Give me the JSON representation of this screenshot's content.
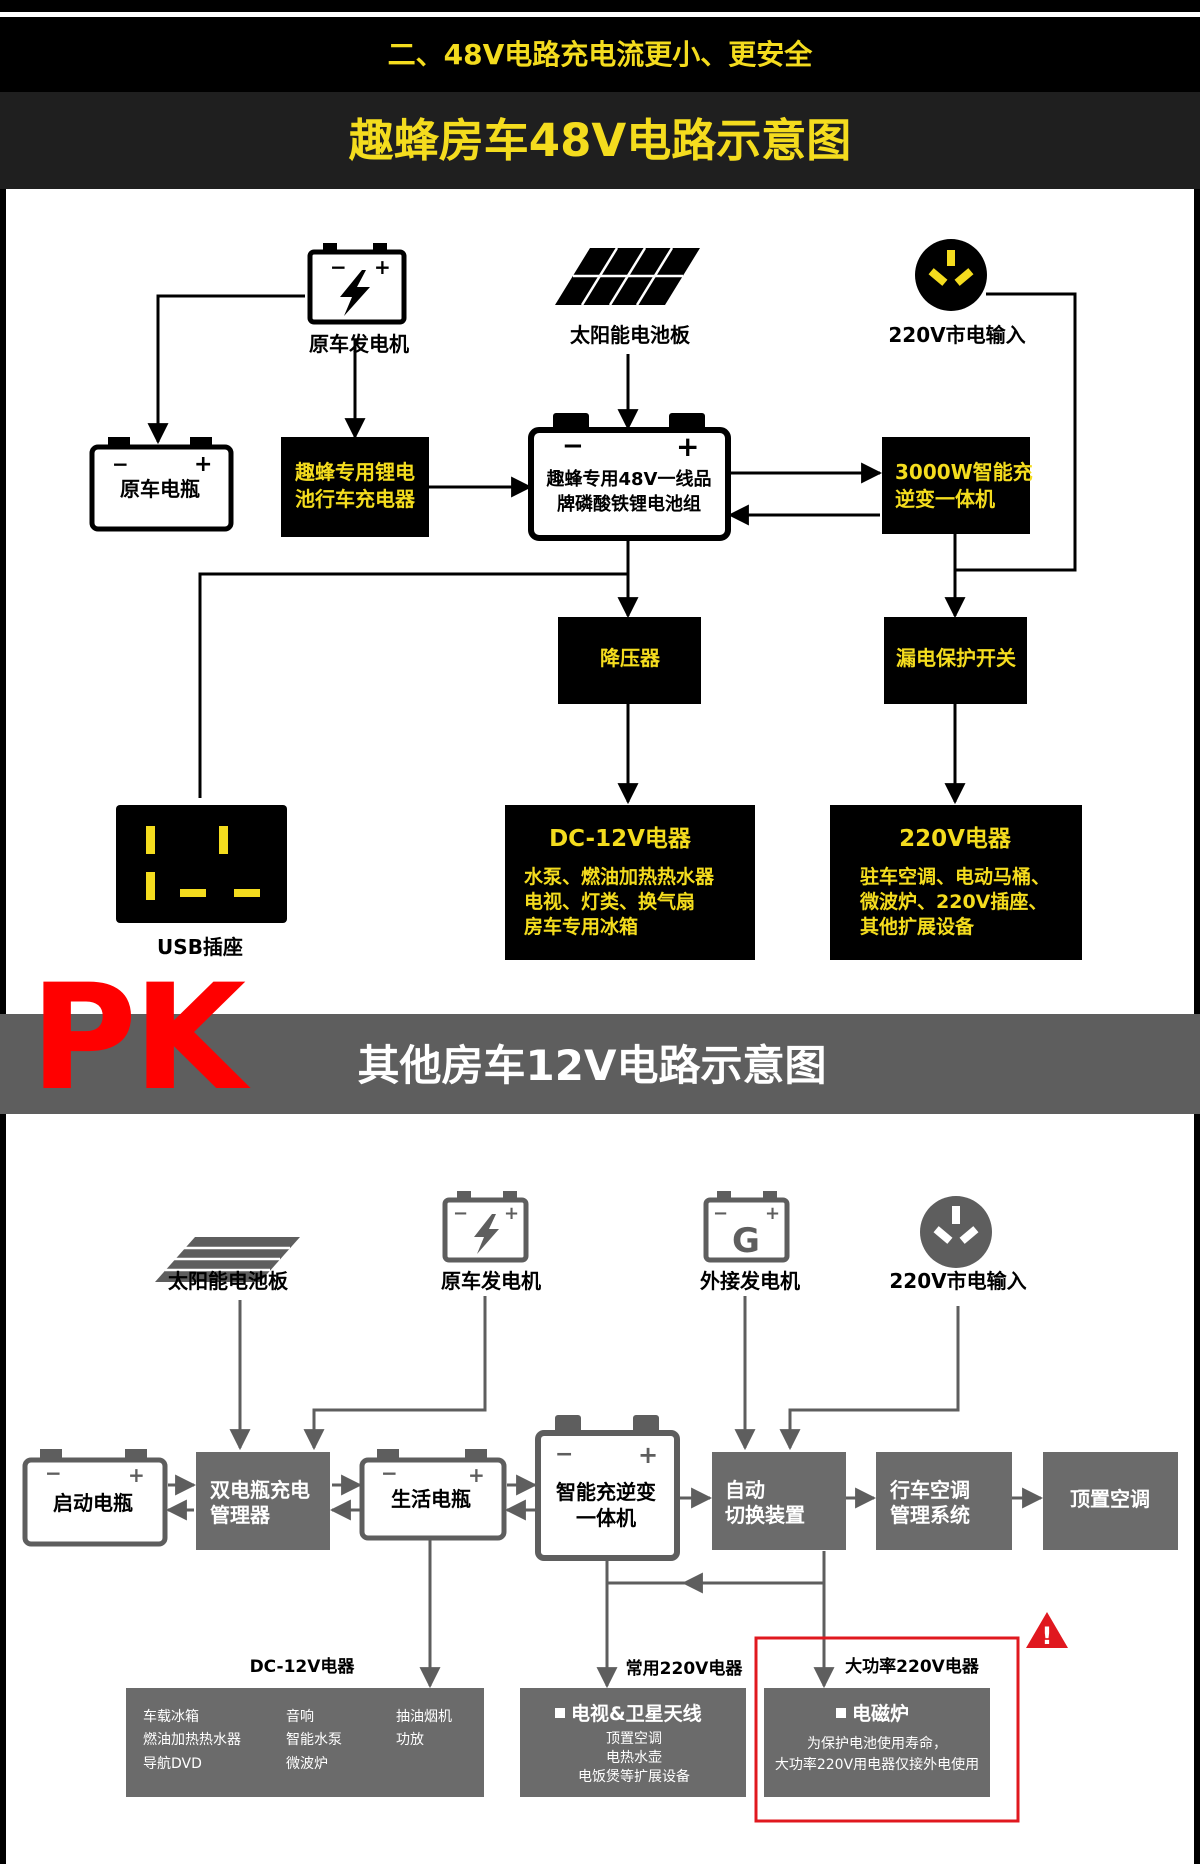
{
  "header": {
    "section_title": "二、48V电路充电流更小、更安全",
    "top_title": "趣蜂房车48V电路示意图"
  },
  "top": {
    "alternator_label": "原车发电机",
    "solar_label": "太阳能电池板",
    "mains_label": "220V市电输入",
    "car_battery_label": "原车电瓶",
    "charger_line1": "趣蜂专用锂电",
    "charger_line2": "池行车充电器",
    "battery_line1": "趣蜂专用48V一线品",
    "battery_line2": "牌磷酸铁锂电池组",
    "inverter_line1": "3000W智能充",
    "inverter_line2": "逆变一体机",
    "step_down_label": "降压器",
    "leakage_label": "漏电保护开关",
    "usb_label": "USB插座",
    "dc12": {
      "title": "DC-12V电器",
      "lines": [
        "水泵、燃油加热热水器",
        "电视、灯类、换气扇",
        "房车专用冰箱"
      ]
    },
    "ac220": {
      "title": "220V电器",
      "lines": [
        "驻车空调、电动马桶、",
        "微波炉、220V插座、",
        "其他扩展设备"
      ]
    }
  },
  "pk_label": "PK",
  "bottom": {
    "title": "其他房车12V电路示意图",
    "solar_label": "太阳能电池板",
    "alternator_label": "原车发电机",
    "ext_generator_label": "外接发电机",
    "generator_symbol": "G",
    "mains_label": "220V市电输入",
    "start_battery_label": "启动电瓶",
    "dual_charger_line1": "双电瓶充电",
    "dual_charger_line2": "管理器",
    "house_battery_label": "生活电瓶",
    "inverter_line1": "智能充逆变",
    "inverter_line2": "一体机",
    "auto_switch_line1": "自动",
    "auto_switch_line2": "切换装置",
    "drive_ac_line1": "行车空调",
    "drive_ac_line2": "管理系统",
    "roof_ac_label": "顶置空调",
    "dc12_heading": "DC-12V电器",
    "dc12_col1": [
      "车载冰箱",
      "燃油加热热水器",
      "导航DVD"
    ],
    "dc12_col2": [
      "音响",
      "智能水泵",
      "微波炉"
    ],
    "dc12_col3": [
      "抽油烟机",
      "功放"
    ],
    "common_heading": "常用220V电器",
    "common_title": "电视&卫星天线",
    "common_lines": [
      "顶置空调",
      "电热水壶",
      "电饭煲等扩展设备"
    ],
    "high_heading": "大功率220V电器",
    "high_title": "电磁炉",
    "high_lines": [
      "为保护电池使用寿命，",
      "大功率220V用电器仅接外电使用"
    ],
    "warning_symbol": "!"
  },
  "colors": {
    "accent_yellow": "#F4DC1E",
    "warning_red": "#E0181F",
    "pk_red": "#FF0000",
    "box_gray": "#6B6B6B",
    "band_gray": "#5E5E5E"
  }
}
